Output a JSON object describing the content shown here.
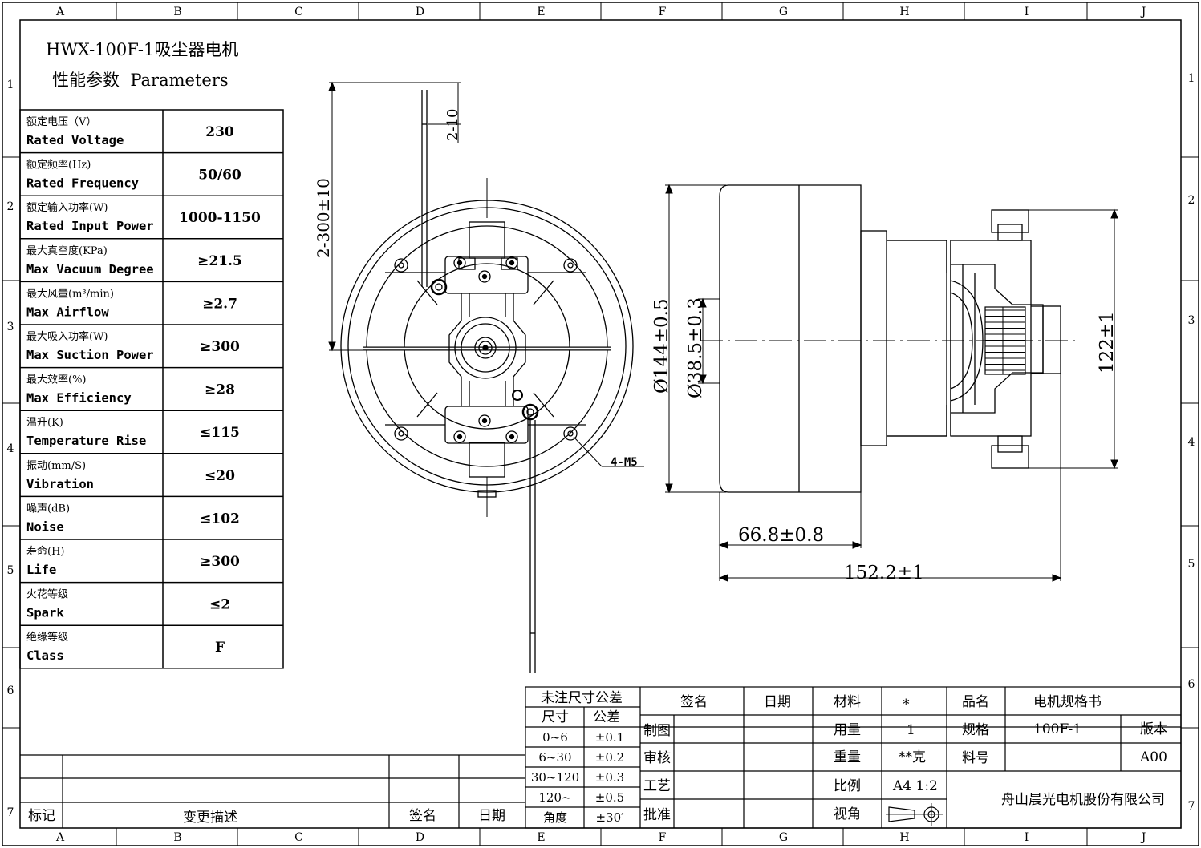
{
  "header": {
    "title": "HWX-100F-1吸尘器电机",
    "subtitle": "性能参数  Parameters"
  },
  "frame": {
    "columns": [
      "A",
      "B",
      "C",
      "D",
      "E",
      "F",
      "G",
      "H",
      "I",
      "J"
    ],
    "rows": [
      "1",
      "2",
      "3",
      "4",
      "5",
      "6",
      "7"
    ]
  },
  "parameters": [
    {
      "cn": "额定电压（V）",
      "en": "Rated Voltage",
      "value": "230"
    },
    {
      "cn": "额定频率(Hz)",
      "en": "Rated Frequency",
      "value": "50/60"
    },
    {
      "cn": "额定输入功率(W)",
      "en": "Rated Input Power",
      "value": "1000-1150"
    },
    {
      "cn": "最大真空度(KPa)",
      "en": "Max Vacuum Degree",
      "value": "≥21.5"
    },
    {
      "cn": "最大风量(m³/min)",
      "en": "Max Airflow",
      "value": "≥2.7"
    },
    {
      "cn": "最大吸入功率(W)",
      "en": "Max Suction Power",
      "value": "≥300"
    },
    {
      "cn": "最大效率(%)",
      "en": "Max Efficiency",
      "value": "≥28"
    },
    {
      "cn": "温升(K)",
      "en": "Temperature Rise",
      "value": "≤115"
    },
    {
      "cn": "振动(mm/S)",
      "en": "Vibration",
      "value": "≤20"
    },
    {
      "cn": "噪声(dB)",
      "en": "Noise",
      "value": "≤102"
    },
    {
      "cn": "寿命(H)",
      "en": "Life",
      "value": "≥300"
    },
    {
      "cn": "火花等级",
      "en": "Spark",
      "value": "≤2"
    },
    {
      "cn": "绝缘等级",
      "en": "Class",
      "value": "F"
    }
  ],
  "dimensions": {
    "lead_length": "2-300±10",
    "strip_length": "2-10",
    "mount_holes": "4-M5",
    "outer_diameter": "Ø144±0.5",
    "shaft_diameter": "Ø38.5±0.3",
    "body_length": "66.8±0.8",
    "total_length": "152.2±1",
    "fan_diameter": "122±1"
  },
  "tolerance_table": {
    "title": "未注尺寸公差",
    "col_size": "尺寸",
    "col_tol": "公差",
    "rows": [
      {
        "size": "0~6",
        "tol": "±0.1"
      },
      {
        "size": "6~30",
        "tol": "±0.2"
      },
      {
        "size": "30~120",
        "tol": "±0.3"
      },
      {
        "size": "120~",
        "tol": "±0.5"
      },
      {
        "size": "角度",
        "tol": "±30′"
      }
    ]
  },
  "signature_block": {
    "sign": "签名",
    "date": "日期",
    "roles": [
      "制图",
      "审核",
      "工艺",
      "批准"
    ]
  },
  "material_block": {
    "material_label": "材料",
    "material_value": "*",
    "usage_label": "用量",
    "usage_value": "1",
    "weight_label": "重量",
    "weight_value": "**克",
    "scale_label": "比例",
    "scale_value": "A4 1:2",
    "view_label": "视角"
  },
  "product_block": {
    "name_label": "品名",
    "name_value": "电机规格书",
    "spec_label": "规格",
    "spec_value": "100F-1",
    "version_label": "版本",
    "part_label": "料号",
    "version_value": "A00",
    "company": "舟山晨光电机股份有限公司"
  },
  "revision_block": {
    "mark": "标记",
    "description": "变更描述",
    "sign": "签名",
    "date": "日期"
  },
  "colors": {
    "ink": "#000000",
    "paper": "#ffffff"
  }
}
